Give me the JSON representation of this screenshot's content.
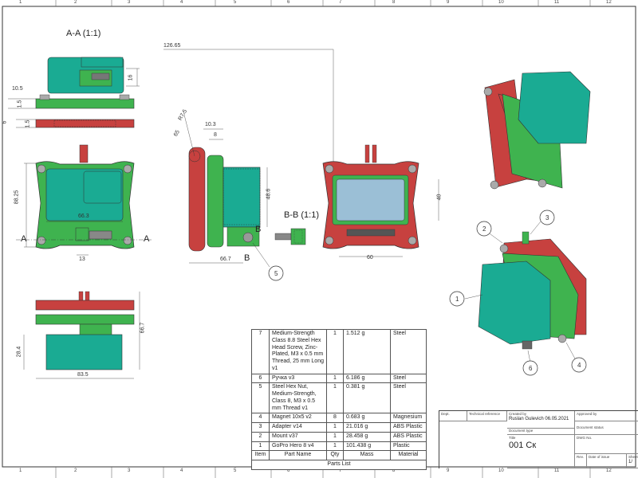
{
  "views": {
    "section_aa": "A-A (1:1)",
    "section_bb": "B-B (1:1)",
    "marker_a": "A",
    "marker_b": "B"
  },
  "dimensions": {
    "d126_65": "126.65",
    "d10_5": "10.5",
    "d6": "6",
    "d1_5a": "1.5",
    "d1_5b": "1.5",
    "d16": "16",
    "d88_25": "88.25",
    "d66_3": "66.3",
    "d13": "13",
    "dR7_5": "R7.5",
    "d65": "65",
    "d10_3": "10.3",
    "d8": "8",
    "d48_6": "48.6",
    "d66_7a": "66.7",
    "d40": "40",
    "d60": "60",
    "d66_7b": "66.7",
    "d28_4": "28.4",
    "d83_5": "83.5"
  },
  "balloons": [
    "1",
    "2",
    "3",
    "4",
    "5",
    "6"
  ],
  "zones": [
    "1",
    "2",
    "3",
    "4",
    "5",
    "6",
    "7",
    "8",
    "9",
    "10",
    "11",
    "12"
  ],
  "parts_list": {
    "title": "Parts List",
    "headers": [
      "Item",
      "Part Name",
      "Qty",
      "Mass",
      "Material"
    ],
    "rows": [
      {
        "item": "7",
        "name": "Medium-Strength Class 8.8 Steel Hex Head Screw, Zinc-Plated, M3 x 0.5 mm Thread, 25 mm Long v1",
        "qty": "1",
        "mass": "1.512 g",
        "material": "Steel"
      },
      {
        "item": "6",
        "name": "Ручка v3",
        "qty": "1",
        "mass": "6.186 g",
        "material": "Steel"
      },
      {
        "item": "5",
        "name": "Steel Hex Nut, Medium-Strength, Class 8, M3 x 0.5 mm Thread v1",
        "qty": "1",
        "mass": "0.381 g",
        "material": "Steel"
      },
      {
        "item": "4",
        "name": "Magnet 10x5 v2",
        "qty": "8",
        "mass": "0.683 g",
        "material": "Magnesium"
      },
      {
        "item": "3",
        "name": "Adapter v14",
        "qty": "1",
        "mass": "21.016 g",
        "material": "ABS Plastic"
      },
      {
        "item": "2",
        "name": "Mount v37",
        "qty": "1",
        "mass": "28.458 g",
        "material": "ABS Plastic"
      },
      {
        "item": "1",
        "name": "GoPro Hero 8 v4",
        "qty": "1",
        "mass": "101.438 g",
        "material": "Plastic"
      }
    ]
  },
  "title_block": {
    "dept_label": "Dept.",
    "tech_ref_label": "Technical reference",
    "created_by_label": "Created by",
    "created_by": "Ruslan Gulevich 06.05.2021",
    "approved_by_label": "Approved by",
    "doc_type_label": "Document type",
    "doc_status_label": "Document status",
    "title_label": "Title",
    "title": "001 Ск",
    "dwg_no_label": "DWG No.",
    "rev_label": "Rev.",
    "date_issue_label": "Date of issue",
    "sheet_label": "Sheet",
    "sheet": "1/"
  },
  "colors": {
    "teal": "#1aab93",
    "green": "#3fb34f",
    "red": "#c7413f",
    "gray": "#8a8a8a",
    "screen": "#9bbfd6"
  }
}
